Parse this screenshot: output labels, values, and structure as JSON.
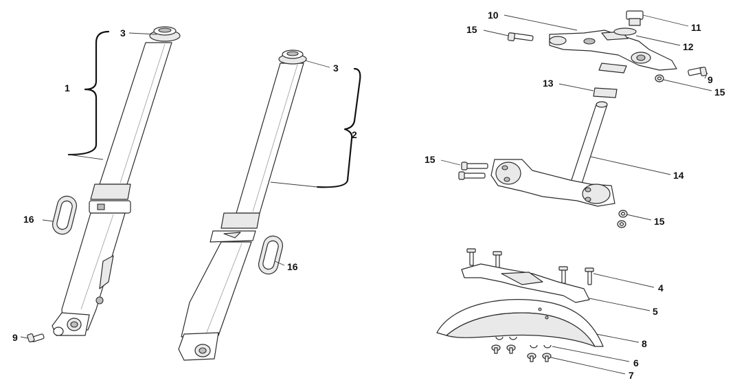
{
  "callouts": [
    {
      "id": "c1",
      "label": "1"
    },
    {
      "id": "c2",
      "label": "2"
    },
    {
      "id": "c3a",
      "label": "3"
    },
    {
      "id": "c3b",
      "label": "3"
    },
    {
      "id": "c4",
      "label": "4"
    },
    {
      "id": "c5",
      "label": "5"
    },
    {
      "id": "c6",
      "label": "6"
    },
    {
      "id": "c7",
      "label": "7"
    },
    {
      "id": "c8",
      "label": "8"
    },
    {
      "id": "c9a",
      "label": "9"
    },
    {
      "id": "c9b",
      "label": "9"
    },
    {
      "id": "c10",
      "label": "10"
    },
    {
      "id": "c11",
      "label": "11"
    },
    {
      "id": "c12",
      "label": "12"
    },
    {
      "id": "c13",
      "label": "13"
    },
    {
      "id": "c14",
      "label": "14"
    },
    {
      "id": "c15a",
      "label": "15"
    },
    {
      "id": "c15b",
      "label": "15"
    },
    {
      "id": "c15c",
      "label": "15"
    },
    {
      "id": "c15d",
      "label": "15"
    },
    {
      "id": "c16a",
      "label": "16"
    },
    {
      "id": "c16b",
      "label": "16"
    }
  ]
}
